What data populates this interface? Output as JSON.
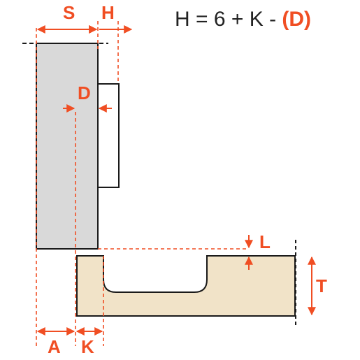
{
  "formula": {
    "prefix": "H = 6 + K - ",
    "highlight": "(D)"
  },
  "labels": {
    "s": "S",
    "h": "H",
    "d": "D",
    "l": "L",
    "t": "T",
    "a": "A",
    "k": "K"
  },
  "colors": {
    "accent": "#f04e23",
    "outline": "#1a1a1a",
    "side_panel_fill": "#d9d9d9",
    "base_panel_fill": "#f1e3c8",
    "door_fill": "#ffffff",
    "text": "#222222"
  }
}
